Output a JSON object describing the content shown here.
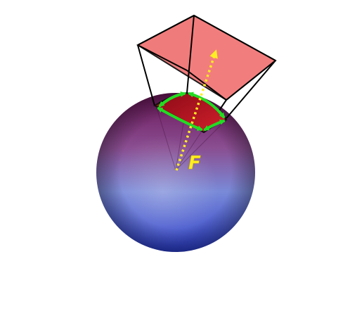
{
  "diagram": {
    "vector_label": "F"
  },
  "colors": {
    "background": "#ffffff",
    "sphere_top": "#7a1f63",
    "sphere_mid": "#8a6fb0",
    "sphere_bottom": "#3a4fd0",
    "projected_plane_fill": "#f07878",
    "surface_patch_fill": "#b8101e",
    "patch_edge_arrows": "#22dd22",
    "flux_vector": "#ffee22",
    "wireframe": "#000000"
  },
  "icons": {
    "patch_edge_arrows": "double-headed-arrow",
    "flux_vector": "dotted-arrow"
  }
}
